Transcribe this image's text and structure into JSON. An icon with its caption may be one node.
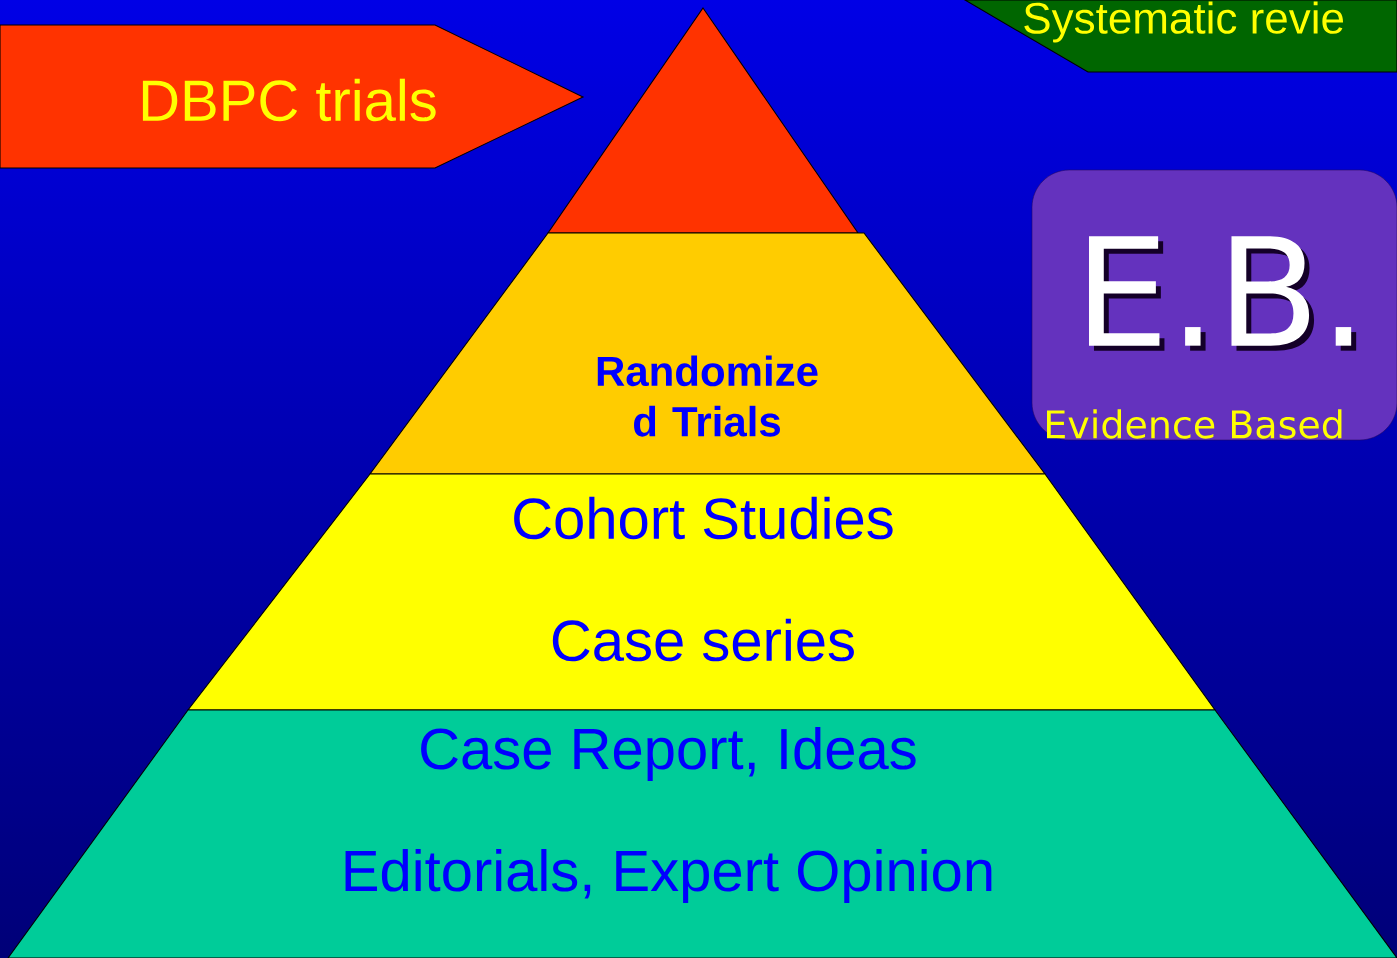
{
  "diagram": {
    "nodes": [
      {
        "text": [
          "DBPC trials"
        ]
      },
      {
        "text": [],
        "shape": "triangle"
      },
      {
        "text": [
          "Randomize d Trials"
        ]
      },
      {
        "text": [
          "Cohort Studies",
          "Case series"
        ]
      },
      {
        "text": [
          "Case Report, Ideas",
          "Editorials, Expert Opinion"
        ]
      },
      {
        "text": [
          "Systematic revie"
        ]
      },
      {
        "text": [
          "E.B.",
          "Evidence Based"
        ]
      }
    ]
  }
}
